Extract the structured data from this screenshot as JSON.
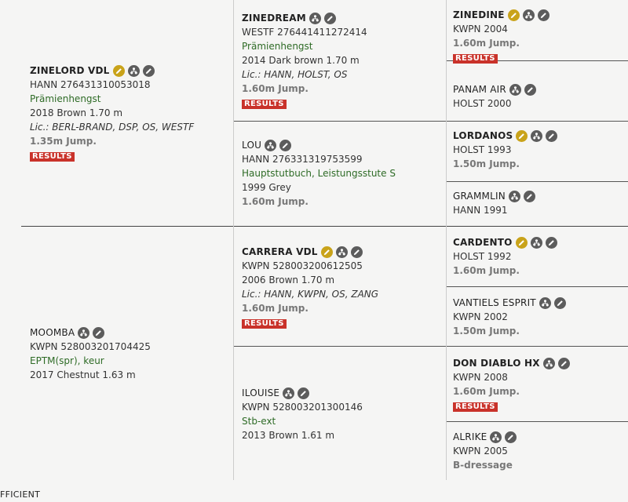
{
  "results_label": "RESULTS",
  "horses": [
    {
      "key": "sire",
      "name": "ZINELORD VDL",
      "bold": true,
      "icons": [
        "pencil",
        "tree",
        "pencil"
      ],
      "reg": "HANN 276431310053018",
      "status": "Prämienhengst",
      "birth": "2018 Brown 1.70 m",
      "lic": "Lic.: BERL-BRAND, DSP, OS, WESTF",
      "level": "1.35m Jump.",
      "results": true
    },
    {
      "key": "dam",
      "name": "MOOMBA",
      "bold": false,
      "icons": [
        "tree",
        "pencil"
      ],
      "reg": "KWPN 528003201704425",
      "status": "EPTM(spr), keur",
      "birth": "2017 Chestnut 1.63 m",
      "lic": "",
      "level": "",
      "results": false
    },
    {
      "key": "ss",
      "name": "ZINEDREAM",
      "bold": true,
      "icons": [
        "tree",
        "pencil"
      ],
      "reg": "WESTF 276441411272414",
      "status": "Prämienhengst",
      "birth": "2014 Dark brown 1.70 m",
      "lic": "Lic.: HANN, HOLST, OS",
      "level": "1.60m Jump.",
      "results": true
    },
    {
      "key": "sd",
      "name": "LOU",
      "bold": false,
      "icons": [
        "tree",
        "pencil"
      ],
      "reg": "HANN 276331319753599",
      "status": "Hauptstutbuch, Leistungsstute S",
      "birth": "1999 Grey",
      "lic": "",
      "level": "1.60m Jump.",
      "results": false
    },
    {
      "key": "ds",
      "name": "CARRERA VDL",
      "bold": true,
      "icons": [
        "pencil",
        "tree",
        "pencil"
      ],
      "reg": "KWPN 528003200612505",
      "status": "",
      "birth": "2006 Brown 1.70 m",
      "lic": "Lic.: HANN, KWPN, OS, ZANG",
      "level": "1.60m Jump.",
      "results": true
    },
    {
      "key": "dd",
      "name": "ILOUISE",
      "bold": false,
      "icons": [
        "tree",
        "pencil"
      ],
      "reg": "KWPN 528003201300146",
      "status": "Stb-ext",
      "birth": "2013 Brown 1.61 m",
      "lic": "",
      "level": "",
      "results": false
    },
    {
      "key": "sss",
      "name": "ZINEDINE",
      "bold": true,
      "icons": [
        "pencil",
        "tree",
        "pencil"
      ],
      "reg": "KWPN 2004",
      "status": "",
      "birth": "",
      "lic": "",
      "level": "1.60m Jump.",
      "results": true
    },
    {
      "key": "ssd",
      "name": "PANAM AIR",
      "bold": false,
      "icons": [
        "tree",
        "pencil"
      ],
      "reg": "HOLST 2000",
      "status": "",
      "birth": "",
      "lic": "",
      "level": "",
      "results": false
    },
    {
      "key": "sds",
      "name": "LORDANOS",
      "bold": true,
      "icons": [
        "pencil",
        "tree",
        "pencil"
      ],
      "reg": "HOLST 1993",
      "status": "",
      "birth": "",
      "lic": "",
      "level": "1.50m Jump.",
      "results": false
    },
    {
      "key": "sdd",
      "name": "GRAMMLIN",
      "bold": false,
      "icons": [
        "tree",
        "pencil"
      ],
      "reg": "HANN 1991",
      "status": "",
      "birth": "",
      "lic": "",
      "level": "",
      "results": false
    },
    {
      "key": "dss",
      "name": "CARDENTO",
      "bold": true,
      "icons": [
        "pencil",
        "tree",
        "pencil"
      ],
      "reg": "HOLST 1992",
      "status": "",
      "birth": "",
      "lic": "",
      "level": "1.60m Jump.",
      "results": false
    },
    {
      "key": "dsd",
      "name": "VANTIELS ESPRIT",
      "bold": false,
      "icons": [
        "tree",
        "pencil"
      ],
      "reg": "KWPN 2002",
      "status": "",
      "birth": "",
      "lic": "",
      "level": "1.50m Jump.",
      "results": false
    },
    {
      "key": "dds",
      "name": "DON DIABLO HX",
      "bold": true,
      "icons": [
        "tree",
        "pencil"
      ],
      "reg": "KWPN 2008",
      "status": "",
      "birth": "",
      "lic": "",
      "level": "1.60m Jump.",
      "results": true
    },
    {
      "key": "ddd",
      "name": "ALRIKE",
      "bold": false,
      "icons": [
        "tree",
        "pencil"
      ],
      "reg": "KWPN 2005",
      "status": "",
      "birth": "",
      "lic": "",
      "level": "B-dressage",
      "results": false
    }
  ],
  "footer": "FFICIENT",
  "colors": {
    "results_bg": "#c9322a",
    "status_green": "#2e6b26",
    "icon_gold": "#c9a31a",
    "icon_grey": "#5c5c5c"
  }
}
